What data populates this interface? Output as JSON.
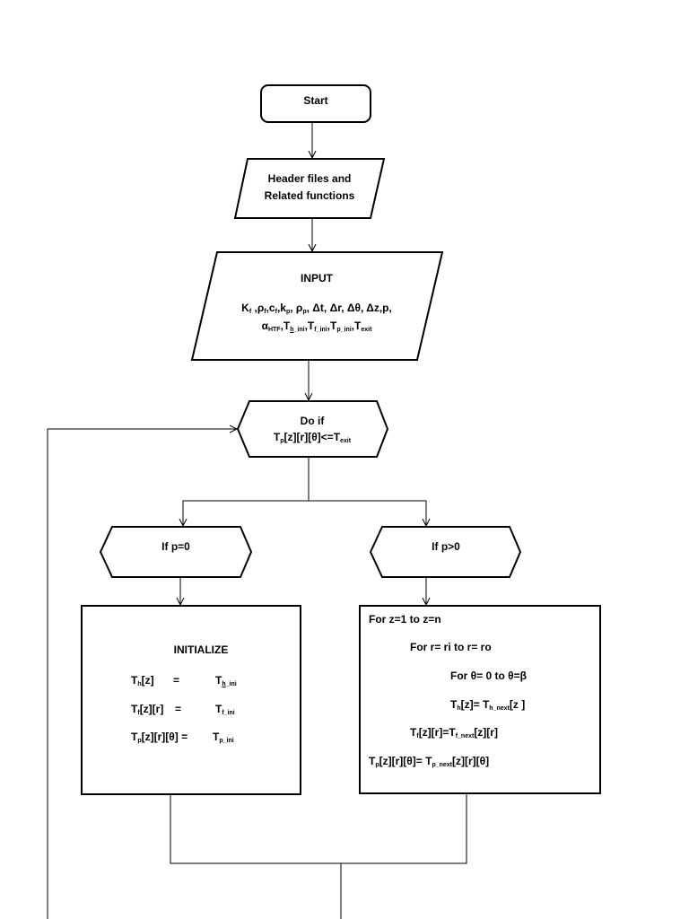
{
  "nodes": {
    "start": {
      "label": "Start"
    },
    "header": {
      "line1": "Header files and",
      "line2": "Related functions"
    },
    "input": {
      "title": "INPUT",
      "line1": "K<sub>f</sub> ,ρ<sub>f</sub>,c<sub>f</sub>,k<sub>p</sub>, ρ<sub>p</sub>, Δt, Δr, Δθ, Δz,p,",
      "line2": "α<sub>HTF</sub>,T<sub><u>h</u>_ini</sub>,T<sub>f_ini</sub>,T<sub>p_ini</sub>,T<sub>exit</sub>"
    },
    "do_if": {
      "line1": "Do if",
      "line2": "T<sub>p</sub>[z][r][θ]<=T<sub>exit</sub>"
    },
    "if_p0": {
      "label": "If p=0"
    },
    "if_pgt0": {
      "label": "If p>0"
    },
    "initialize": {
      "title": "INITIALIZE",
      "rows": [
        {
          "lhs": "T<sub>h</sub>[z]",
          "eq": "=",
          "rhs": "T<sub><u>h</u>_ini</sub>"
        },
        {
          "lhs": "T<sub>f</sub>[z][r]",
          "eq": "=",
          "rhs": "T<sub>f_ini</sub>"
        },
        {
          "lhs": "T<sub>p</sub>[z][r][θ] =",
          "eq": "",
          "rhs": "T<sub>p_ini</sub>"
        }
      ]
    },
    "loop": {
      "lines": [
        "For z=1 to z=n",
        "For r= ri to r= ro",
        "For θ= 0 to θ=β",
        "T<sub>h</sub>[z]= T<sub>h_next</sub>[z ]",
        "T<sub>f</sub>[z][r]=T<sub>f_next</sub>[z][r]",
        "T<sub>p</sub>[z][r][θ]= T<sub>p_next</sub>[z][r][θ]"
      ]
    }
  }
}
